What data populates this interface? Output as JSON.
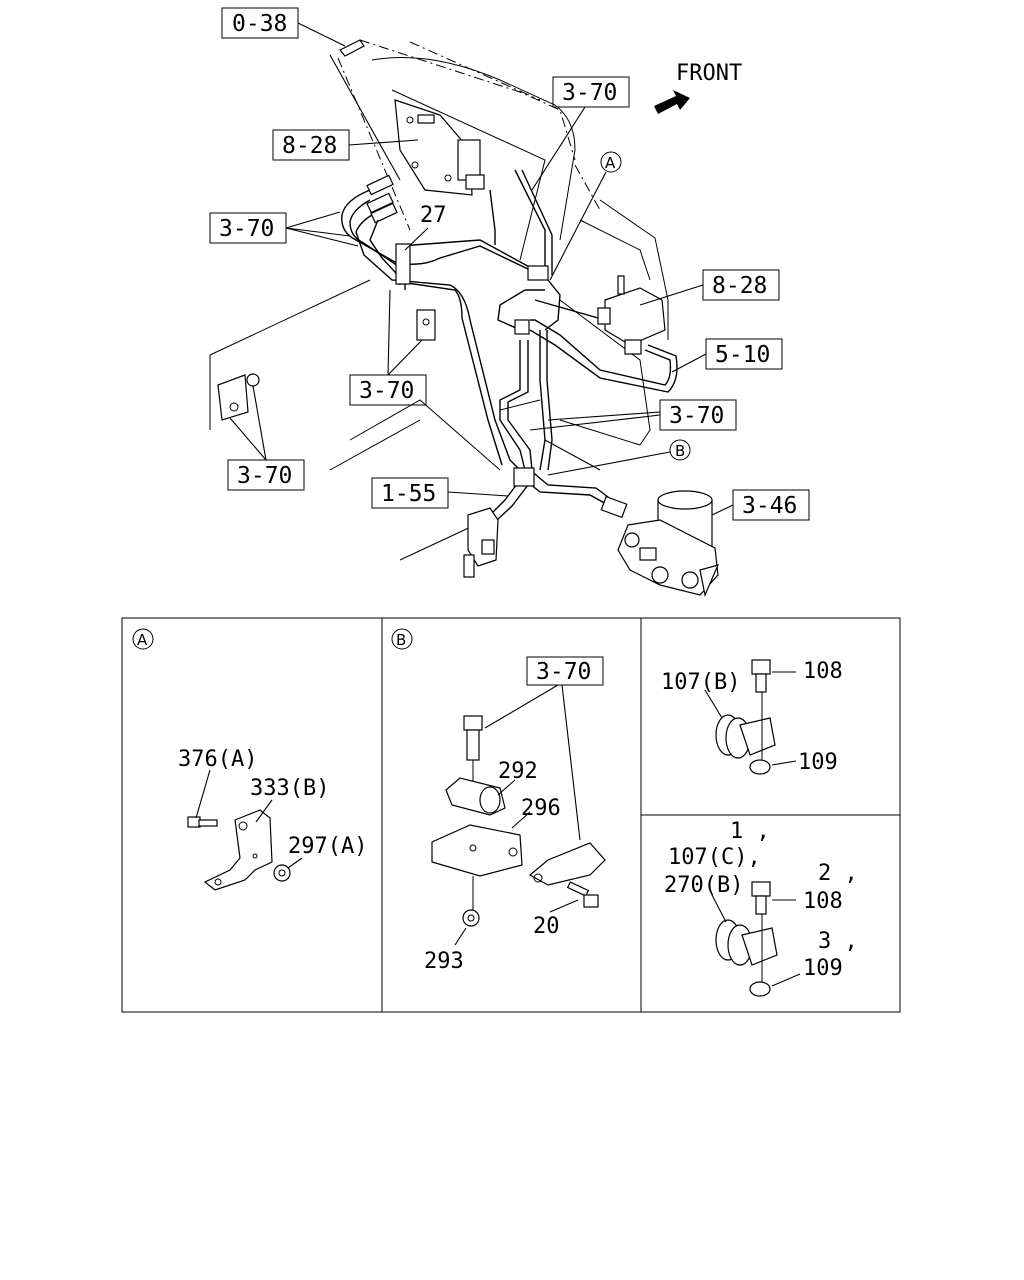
{
  "header": {
    "front_label": "FRONT"
  },
  "main_view": {
    "boxed_refs": {
      "r0_38": "0-38",
      "r8_28_left": "8-28",
      "r3_70_top": "3-70",
      "r3_70_left": "3-70",
      "r8_28_right": "8-28",
      "r5_10": "5-10",
      "r3_70_mid": "3-70",
      "r3_70_right": "3-70",
      "r3_70_bottom": "3-70",
      "r1_55": "1-55",
      "r3_46": "3-46"
    },
    "part_27": "27",
    "callout_a": "A",
    "callout_b": "B"
  },
  "detail_a": {
    "marker": "A",
    "labels": {
      "p376": "376(A)",
      "p333": "333(B)",
      "p297": "297(A)"
    }
  },
  "detail_b": {
    "marker": "B",
    "boxed_ref": "3-70",
    "labels": {
      "p292": "292",
      "p296": "296",
      "p293": "293",
      "p20": "20"
    }
  },
  "detail_c": {
    "labels": {
      "p107": "107(B)",
      "p108": "108",
      "p109": "109"
    }
  },
  "detail_d": {
    "labels": {
      "l1": "1 ,",
      "l107": "107(C),",
      "l270": "270(B)",
      "l2": "2 ,",
      "l108": "108",
      "l3": "3 ,",
      "l109": "109"
    }
  },
  "icons": [
    "front-arrow-icon",
    "air-dryer-icon",
    "valve-icon",
    "clamp-icon",
    "bolt-icon",
    "nut-icon",
    "bracket-icon"
  ]
}
